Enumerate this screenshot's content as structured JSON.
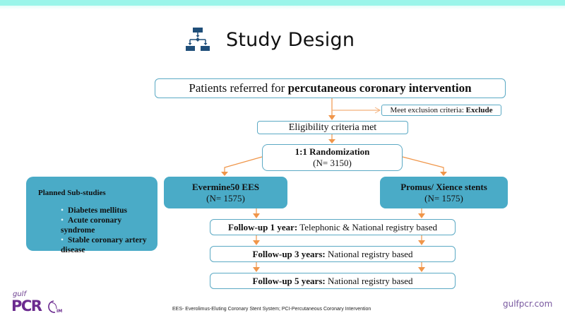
{
  "slide": {
    "title": "Study Design",
    "title_icon": "flowchart-icon",
    "accent_band_color": "#9af5ea",
    "box_fill_color": "#4aabc7",
    "box_border_color": "#5ba9c4",
    "arrow_color": "#f0964a"
  },
  "flow": {
    "patients": {
      "prefix": "Patients referred for ",
      "bold": "percutaneous coronary intervention"
    },
    "exclusion": {
      "prefix": "Meet exclusion criteria: ",
      "bold": "Exclude"
    },
    "eligibility": {
      "label": "Eligibility criteria met"
    },
    "randomization": {
      "label": "1:1 Randomization",
      "n": "(N= 3150)"
    },
    "arms": [
      {
        "label": "Evermine50 EES",
        "n": "(N= 1575)"
      },
      {
        "label": "Promus/ Xience stents",
        "n": "(N= 1575)"
      }
    ],
    "followups": [
      {
        "bold": "Follow-up 1 year:",
        "text": " Telephonic & National registry based"
      },
      {
        "bold": "Follow-up 3 years:",
        "text": " National registry based"
      },
      {
        "bold": "Follow-up 5 years:",
        "text": " National registry based"
      }
    ]
  },
  "substudies": {
    "title": "Planned Sub-studies",
    "bullet": "•",
    "items": [
      "Diabetes mellitus",
      "Acute coronary syndrome",
      "Stable coronary artery disease"
    ]
  },
  "footer": {
    "footnote": "EES- Everolimus-Eluting Coronary Stent System; PCI-Percutaneous Coronary Intervention",
    "website": "gulfpcr.com",
    "logo_top": "gulf",
    "logo_main": "PCR",
    "logo_suffix": "GIM"
  }
}
